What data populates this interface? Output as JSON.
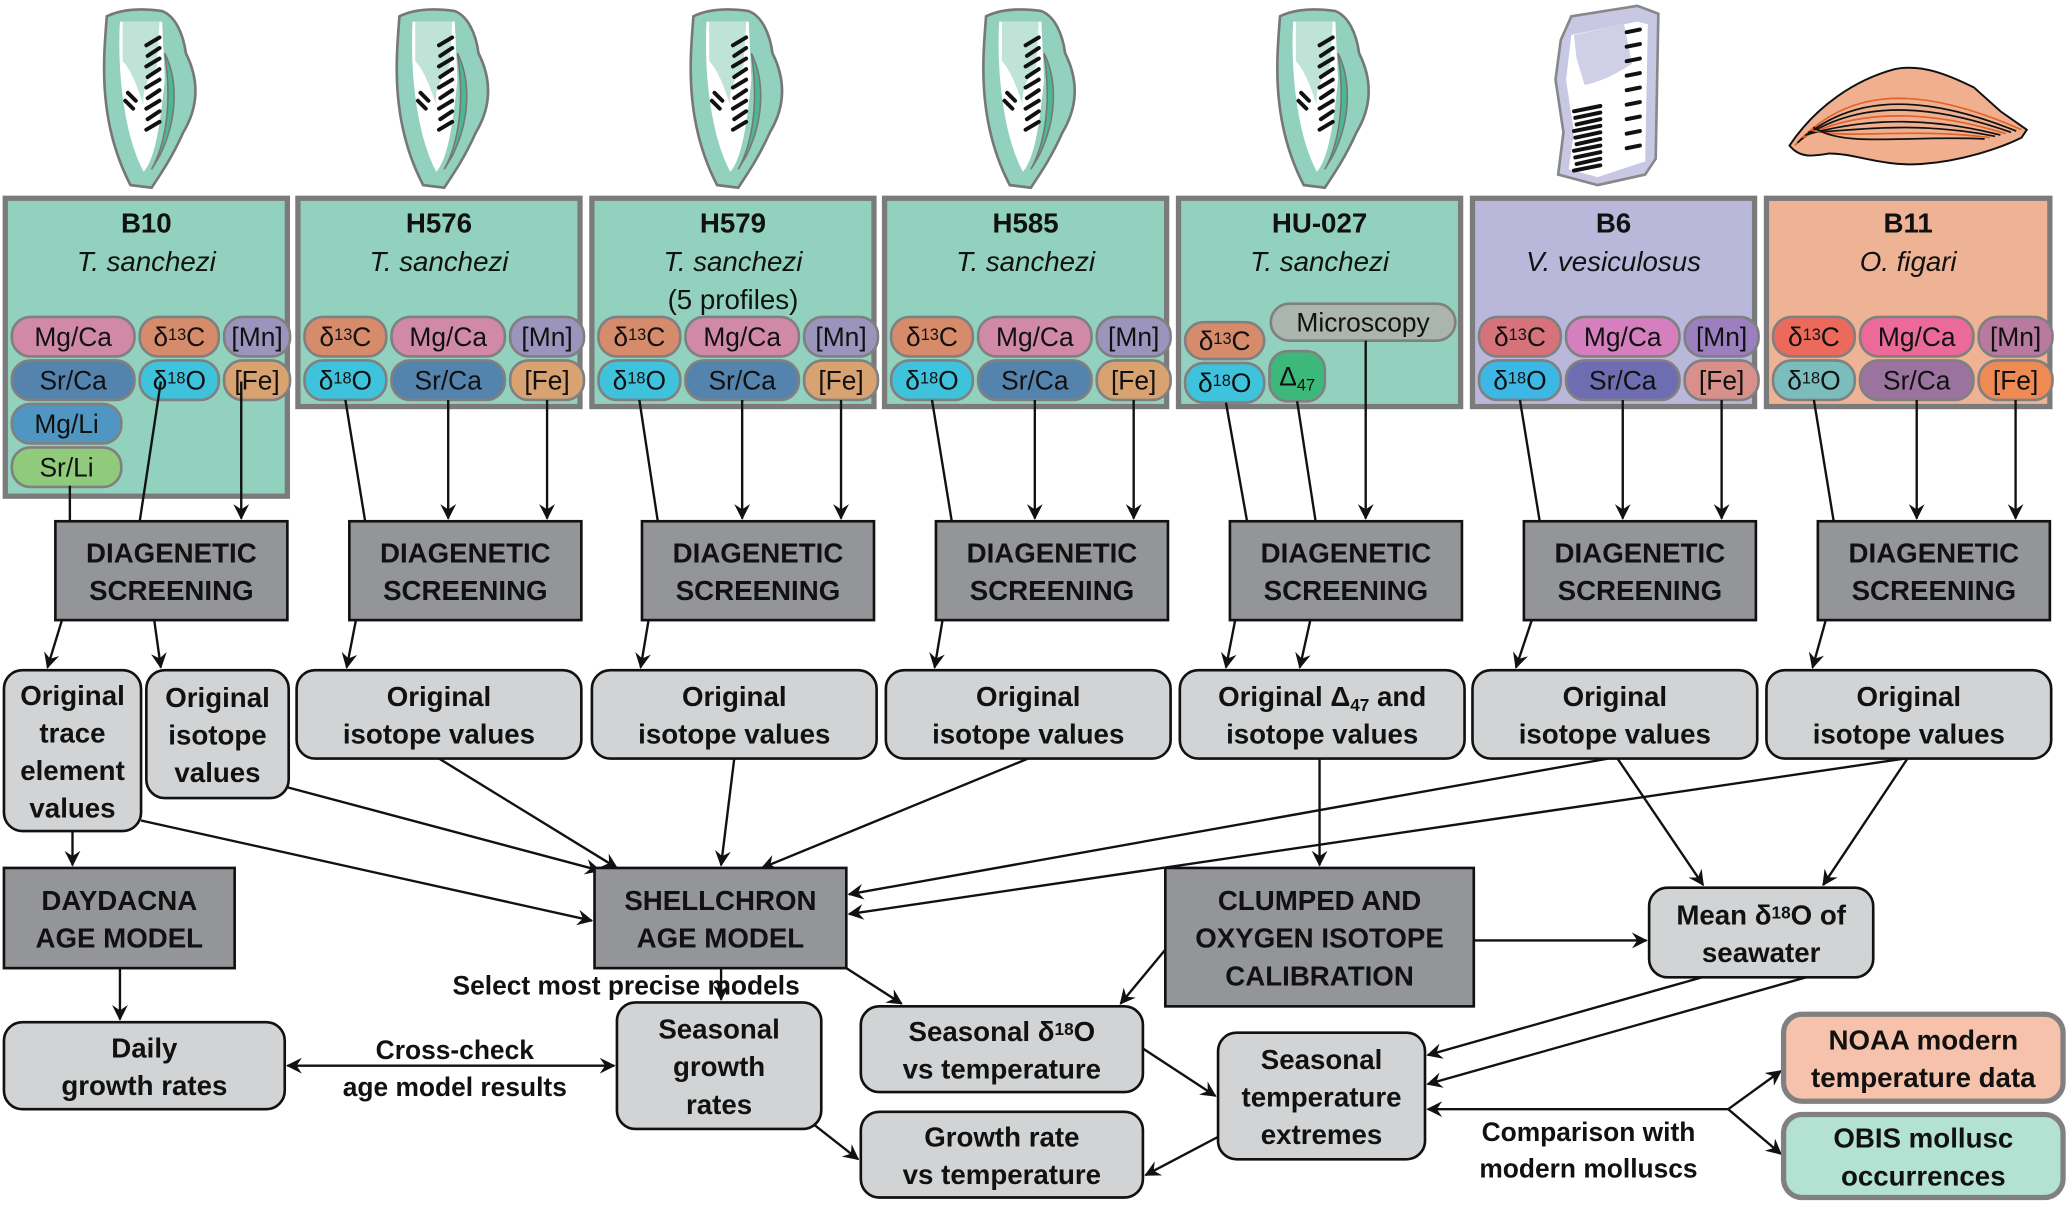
{
  "colors": {
    "tridacna_bg": "#91d1bd",
    "vasticardium_bg": "#b9b8da",
    "ostrea_bg": "#edb394",
    "specimen_border": "#7b7b7b",
    "process_fill": "#939598",
    "node_fill": "#d1d3d4",
    "noaa_fill": "#f6c2ab",
    "obis_fill": "#b3e2d3"
  },
  "specimens": [
    {
      "id": "B10",
      "species": "T. sanchezi",
      "note": "",
      "bg": "#91d1bd",
      "shell": "tridacna-shell",
      "proxies": [
        {
          "label": "Mg/Ca",
          "color": "#d08aa8"
        },
        {
          "label": "δ13C",
          "color": "#d68b6b"
        },
        {
          "label": "[Mn]",
          "color": "#9b95bd"
        },
        {
          "label": "Sr/Ca",
          "color": "#5483ad"
        },
        {
          "label": "δ18O",
          "color": "#3fc2dc"
        },
        {
          "label": "[Fe]",
          "color": "#d9a371"
        },
        {
          "label": "Mg/Li",
          "color": "#4f96c2"
        },
        {
          "label": "Sr/Li",
          "color": "#8fcb7a"
        }
      ],
      "output": [
        "Original trace element values",
        "Original isotope values"
      ]
    },
    {
      "id": "H576",
      "species": "T. sanchezi",
      "note": "",
      "bg": "#91d1bd",
      "shell": "tridacna-shell",
      "proxies": [
        {
          "label": "δ13C",
          "color": "#d68b6b"
        },
        {
          "label": "Mg/Ca",
          "color": "#d08aa8"
        },
        {
          "label": "[Mn]",
          "color": "#9b95bd"
        },
        {
          "label": "δ18O",
          "color": "#3fc2dc"
        },
        {
          "label": "Sr/Ca",
          "color": "#5483ad"
        },
        {
          "label": "[Fe]",
          "color": "#d9a371"
        }
      ],
      "output": [
        "Original isotope values"
      ]
    },
    {
      "id": "H579",
      "species": "T. sanchezi",
      "note": "(5 profiles)",
      "bg": "#91d1bd",
      "shell": "tridacna-shell",
      "proxies": [
        {
          "label": "δ13C",
          "color": "#d68b6b"
        },
        {
          "label": "Mg/Ca",
          "color": "#d08aa8"
        },
        {
          "label": "[Mn]",
          "color": "#9b95bd"
        },
        {
          "label": "δ18O",
          "color": "#3fc2dc"
        },
        {
          "label": "Sr/Ca",
          "color": "#5483ad"
        },
        {
          "label": "[Fe]",
          "color": "#d9a371"
        }
      ],
      "output": [
        "Original isotope values"
      ]
    },
    {
      "id": "H585",
      "species": "T. sanchezi",
      "note": "",
      "bg": "#91d1bd",
      "shell": "tridacna-shell",
      "proxies": [
        {
          "label": "δ13C",
          "color": "#d68b6b"
        },
        {
          "label": "Mg/Ca",
          "color": "#d08aa8"
        },
        {
          "label": "[Mn]",
          "color": "#9b95bd"
        },
        {
          "label": "δ18O",
          "color": "#3fc2dc"
        },
        {
          "label": "Sr/Ca",
          "color": "#5483ad"
        },
        {
          "label": "[Fe]",
          "color": "#d9a371"
        }
      ],
      "output": [
        "Original isotope values"
      ]
    },
    {
      "id": "HU-027",
      "species": "T. sanchezi",
      "note": "",
      "bg": "#91d1bd",
      "shell": "tridacna-shell",
      "proxies": [
        {
          "label": "Microscopy",
          "color": "#a9b5ad"
        },
        {
          "label": "δ13C",
          "color": "#d68b6b"
        },
        {
          "label": "δ18O",
          "color": "#3fc2dc"
        },
        {
          "label": "Δ47",
          "color": "#3cb97a"
        }
      ],
      "output": [
        "Original Δ47 and isotope values"
      ]
    },
    {
      "id": "B6",
      "species": "V. vesiculosus",
      "note": "",
      "bg": "#b9b8da",
      "shell": "vasticardium-shell",
      "proxies": [
        {
          "label": "δ13C",
          "color": "#d6737a"
        },
        {
          "label": "Mg/Ca",
          "color": "#d67fbf"
        },
        {
          "label": "[Mn]",
          "color": "#9b7fbf"
        },
        {
          "label": "δ18O",
          "color": "#3db8e6"
        },
        {
          "label": "Sr/Ca",
          "color": "#6f6db2"
        },
        {
          "label": "[Fe]",
          "color": "#d9908a"
        }
      ],
      "output": [
        "Original isotope values"
      ]
    },
    {
      "id": "B11",
      "species": "O. figari",
      "note": "",
      "bg": "#edb394",
      "shell": "ostrea-shell",
      "proxies": [
        {
          "label": "δ13C",
          "color": "#ec6a5c"
        },
        {
          "label": "Mg/Ca",
          "color": "#eb6a98"
        },
        {
          "label": "[Mn]",
          "color": "#b97a9f"
        },
        {
          "label": "δ18O",
          "color": "#7bbdbc"
        },
        {
          "label": "Sr/Ca",
          "color": "#9a739e"
        },
        {
          "label": "[Fe]",
          "color": "#ef8a55"
        }
      ],
      "output": [
        "Original isotope values"
      ]
    }
  ],
  "screening": {
    "line1": "DIAGENETIC",
    "line2": "SCREENING"
  },
  "nodes": {
    "daydacna": [
      "DAYDACNA",
      "AGE MODEL"
    ],
    "shellchron": [
      "SHELLCHRON",
      "AGE MODEL"
    ],
    "clumped": [
      "CLUMPED AND",
      "OXYGEN ISOTOPE",
      "CALIBRATION"
    ],
    "mean_d18o": [
      "Mean δ18O of",
      "seawater"
    ],
    "daily_growth": [
      "Daily",
      "growth rates"
    ],
    "seasonal_growth": [
      "Seasonal",
      "growth",
      "rates"
    ],
    "seasonal_d18o": [
      "Seasonal δ18O",
      "vs temperature"
    ],
    "growth_temp": [
      "Growth rate",
      "vs temperature"
    ],
    "temp_extremes": [
      "Seasonal",
      "temperature",
      "extremes"
    ],
    "noaa": [
      "NOAA  modern",
      "temperature data"
    ],
    "obis": [
      "OBIS mollusc",
      "occurrences"
    ]
  },
  "labels": {
    "select_models": "Select most precise models",
    "cross_check": [
      "Cross-check",
      "age model results"
    ],
    "comparison": [
      "Comparison with",
      "modern molluscs"
    ]
  }
}
